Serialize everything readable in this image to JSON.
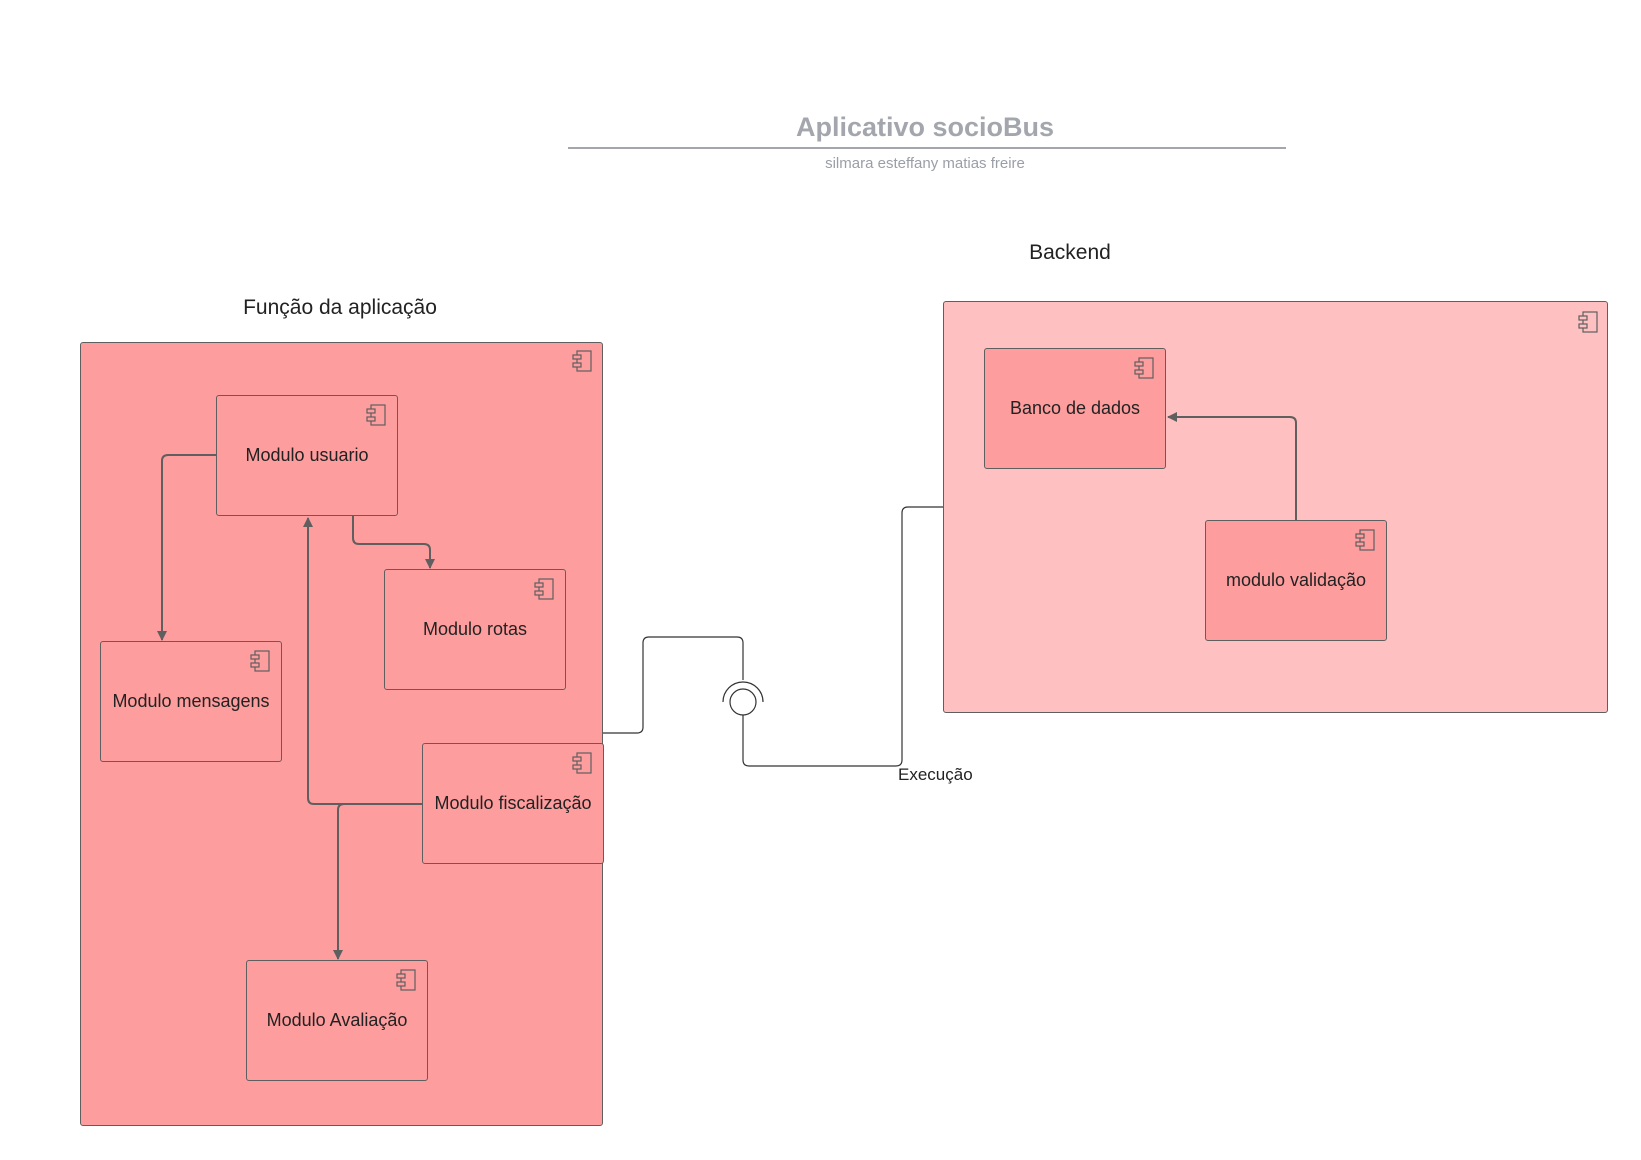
{
  "header": {
    "title": "Aplicativo socioBus",
    "subtitle": "silmara esteffany matias freire"
  },
  "groups": {
    "frontend_label": "Função da aplicação",
    "backend_label": "Backend"
  },
  "components": {
    "usuario": "Modulo usuario",
    "rotas": "Modulo rotas",
    "mensagens": "Modulo mensagens",
    "fiscalizacao": "Modulo fiscalização",
    "avaliacao": "Modulo Avaliação",
    "banco": "Banco de dados",
    "validacao": "modulo validação"
  },
  "connectors": {
    "execucao_label": "Execução"
  },
  "colors": {
    "frontend_fill": "#fe9d9d",
    "backend_fill": "#fec0c0",
    "component_fill": "#fe9d9d",
    "stroke": "#5f5f5f",
    "title_color": "#a3a6ad"
  },
  "icons": [
    "component-icon"
  ]
}
